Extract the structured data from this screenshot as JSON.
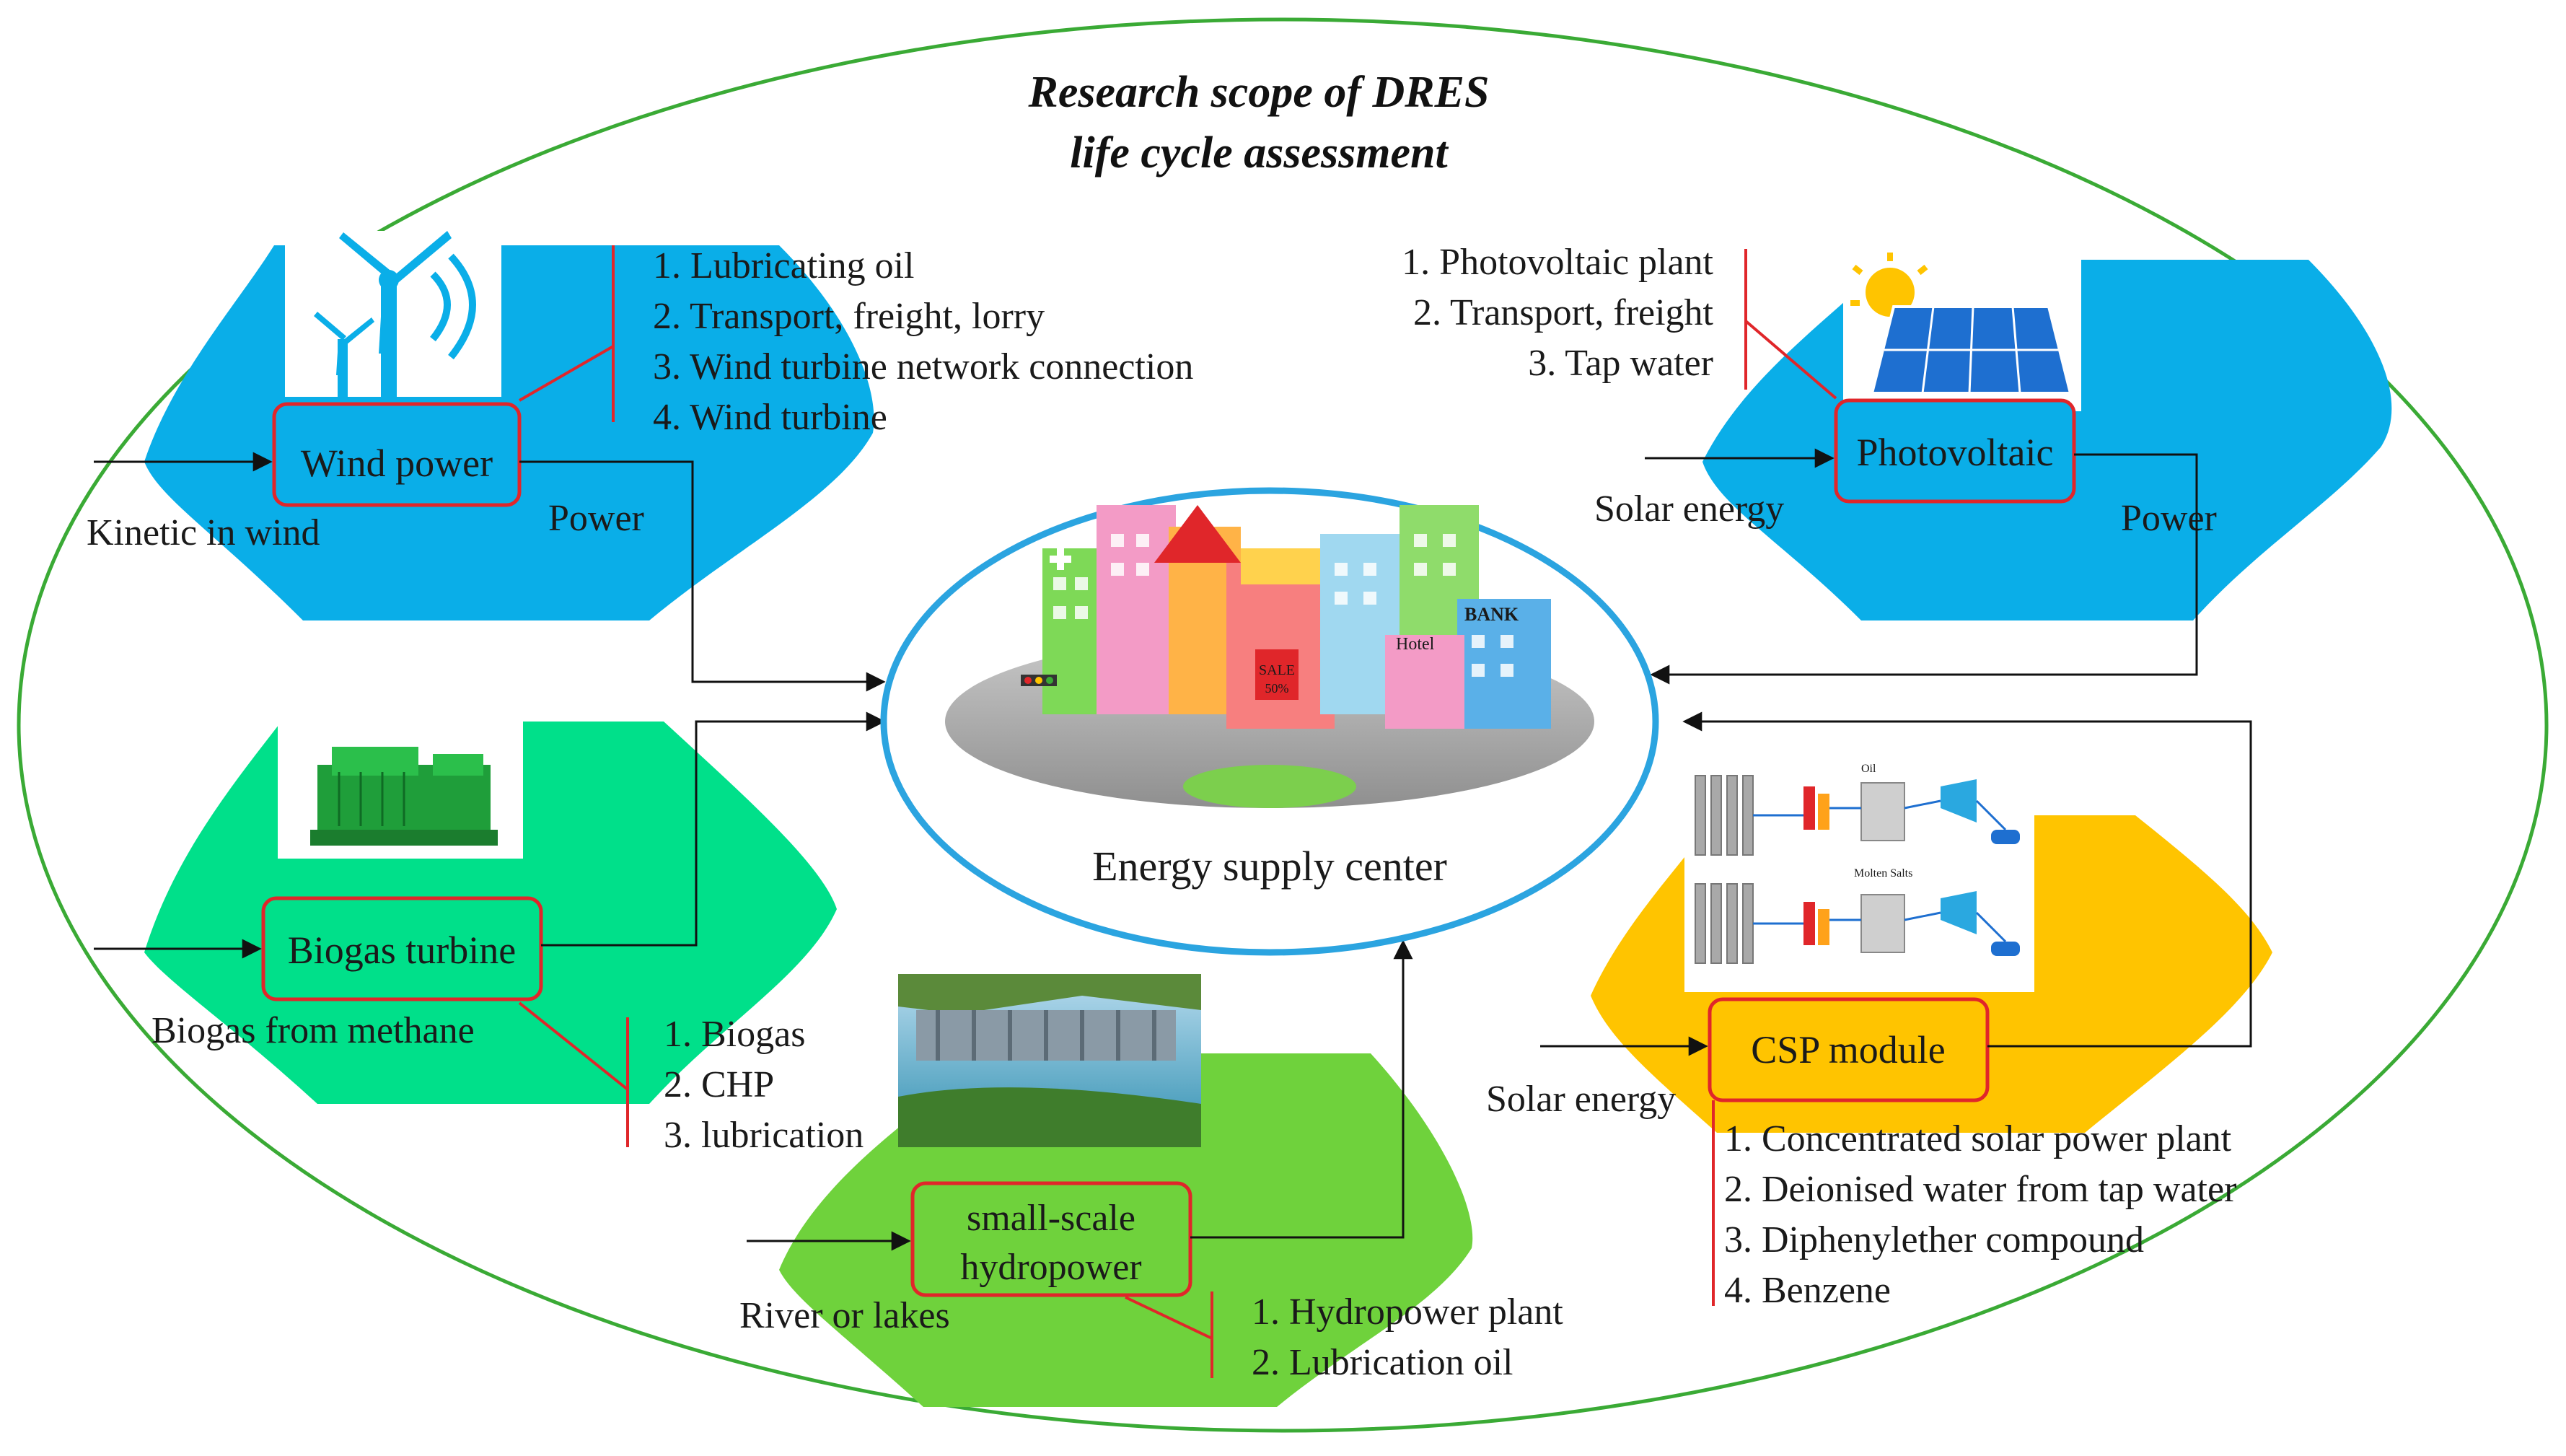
{
  "title": {
    "line1": "Research scope of DRES",
    "line2": "life cycle assessment"
  },
  "center": {
    "label": "Energy supply center",
    "sign_bank": "BANK",
    "sign_hotel": "Hotel",
    "sign_sale": "SALE",
    "sign_sale_pct": "50%"
  },
  "wind": {
    "label": "Wind power",
    "input": "Kinetic in wind",
    "output": "Power",
    "items": [
      "1. Lubricating oil",
      "2. Transport, freight, lorry",
      "3. Wind turbine network connection",
      "4. Wind turbine"
    ]
  },
  "pv": {
    "label": "Photovoltaic",
    "input": "Solar energy",
    "output": "Power",
    "items": [
      "1. Photovoltaic plant",
      "2. Transport, freight",
      "3. Tap water"
    ]
  },
  "biogas": {
    "label": "Biogas turbine",
    "input": "Biogas from  methane",
    "items": [
      "1. Biogas",
      "2. CHP",
      "3. lubrication"
    ]
  },
  "hydro": {
    "label_line1": "small-scale",
    "label_line2": "hydropower",
    "input": "River or lakes",
    "items": [
      "1. Hydropower plant",
      "2. Lubrication oil"
    ]
  },
  "csp": {
    "label": "CSP module",
    "input": "Solar energy",
    "items": [
      "1. Concentrated solar power plant",
      "2. Deionised water from tap water",
      "3. Diphenylether compound",
      "4. Benzene"
    ],
    "diagram_oil": "Oil",
    "diagram_salts": "Molten Salts"
  },
  "colors": {
    "wind_blue": "#0aaee8",
    "biogas_green": "#00e08a",
    "hydro_green": "#6fd23c",
    "csp_yellow": "#ffc400",
    "outer_ellipse": "#3aaa35",
    "center_ellipse": "#2ba4e0",
    "box_border": "#e0262a"
  }
}
